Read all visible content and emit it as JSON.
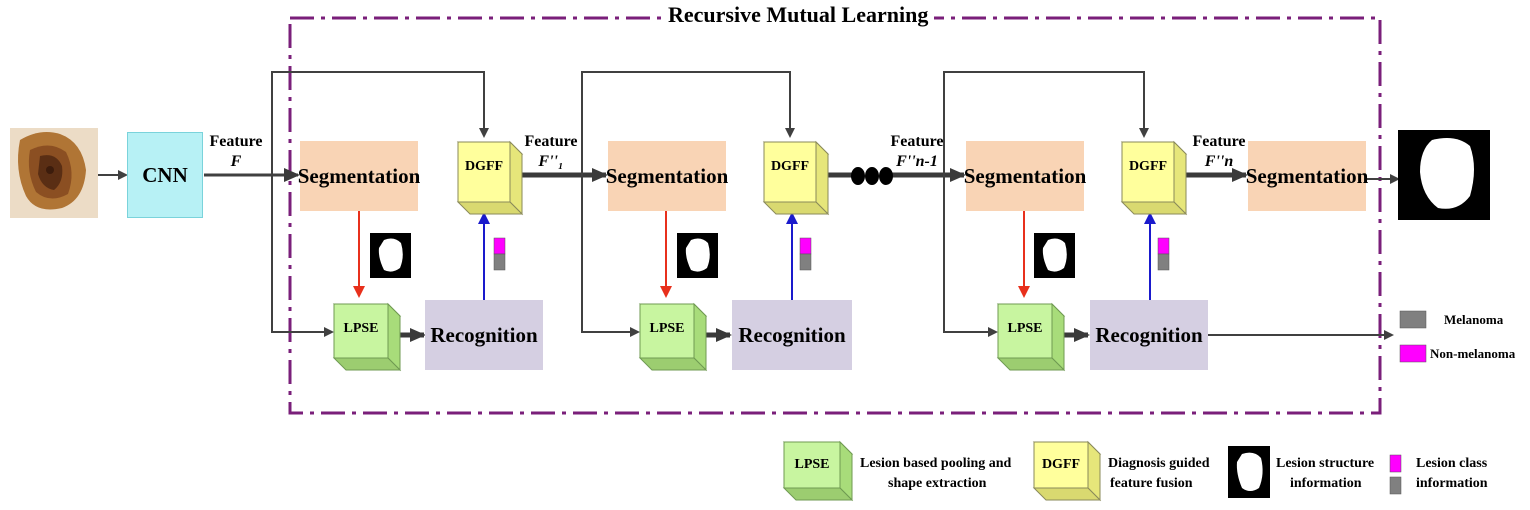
{
  "title": "Recursive Mutual Learning",
  "cnn_label": "CNN",
  "segmentation_label": "Segmentation",
  "recognition_label": "Recognition",
  "lpse_label": "LPSE",
  "dgff_label": "DGFF",
  "features": [
    {
      "word": "Feature",
      "symbol": "F"
    },
    {
      "word": "Feature",
      "symbol": "F''₁"
    },
    {
      "word": "Feature",
      "symbol": "F''n-1"
    },
    {
      "word": "Feature",
      "symbol": "F''n"
    }
  ],
  "classes": {
    "melanoma": "Melanoma",
    "non_melanoma": "Non-melanoma"
  },
  "legend": {
    "lpse_desc": [
      "Lesion based pooling and",
      "shape extraction"
    ],
    "dgff_desc": [
      "Diagnosis guided",
      "feature fusion"
    ],
    "structure_desc": [
      "Lesion structure",
      "information"
    ],
    "class_desc": [
      "Lesion class",
      "information"
    ]
  },
  "colors": {
    "frame": "#7a1f7a",
    "red_arrow": "#e8301c",
    "blue_arrow": "#1a1acc",
    "lpse_face": "#c8f5a0",
    "dgff_face": "#ffff9c",
    "magenta": "#ff00ff",
    "gray": "#808080"
  }
}
